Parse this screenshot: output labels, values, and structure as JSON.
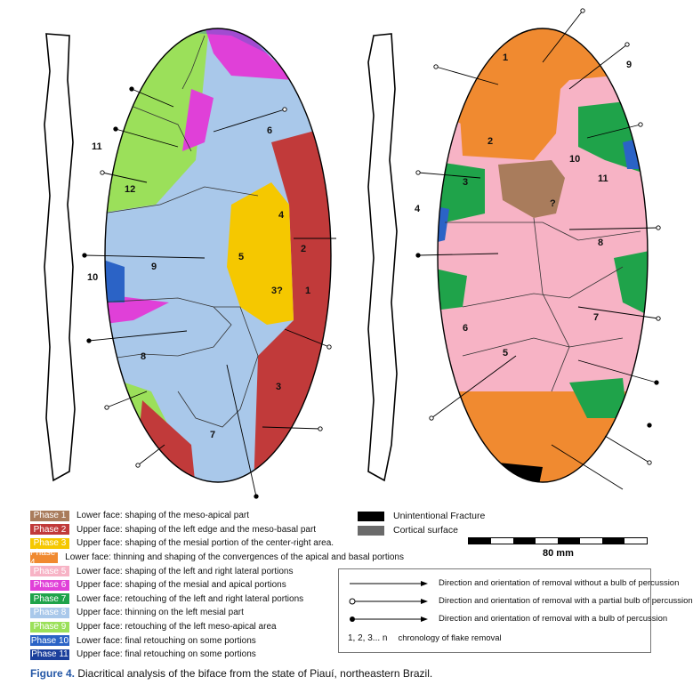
{
  "phases": [
    {
      "label": "Phase 1",
      "desc": "Lower face: shaping of the meso-apical part",
      "color": "#a97c5c"
    },
    {
      "label": "Phase 2",
      "desc": "Upper face: shaping of the left edge and the meso-basal part",
      "color": "#c13a3a"
    },
    {
      "label": "Phase 3",
      "desc": "Upper face: shaping of the mesial portion of the center-right area.",
      "color": "#f5c800"
    },
    {
      "label": "Phase 4",
      "desc": "Lower face: thinning and shaping of the convergences of the apical and basal portions",
      "color": "#f08a30"
    },
    {
      "label": "Phase 5",
      "desc": "Lower face: shaping of the left and right lateral portions",
      "color": "#f7b3c5"
    },
    {
      "label": "Phase 6",
      "desc": "Upper face: shaping of the mesial and apical portions",
      "color": "#e040d8"
    },
    {
      "label": "Phase 7",
      "desc": "Lower face: retouching of the left and right lateral portions",
      "color": "#1fa34a"
    },
    {
      "label": "Phase 8",
      "desc": "Upper face: thinning on the left mesial part",
      "color": "#a9c8ea"
    },
    {
      "label": "Phase 9",
      "desc": "Upper face: retouching of the left meso-apical area",
      "color": "#9be05a"
    },
    {
      "label": "Phase 10",
      "desc": "Lower face: final retouching on some portions",
      "color": "#2b63c6"
    },
    {
      "label": "Phase 11",
      "desc": "Upper face: final retouching on some portions",
      "color": "#1b3f9c"
    }
  ],
  "surface_key": {
    "fracture": {
      "label": "Unintentional Fracture",
      "color": "#000000"
    },
    "cortical": {
      "label": "Cortical surface",
      "color": "#6a6a6a"
    }
  },
  "scale": {
    "label": "80 mm"
  },
  "symbols": {
    "no_bulb": "Direction and orientation of removal without a bulb of percussion",
    "partial_bulb": "Direction and orientation of removal with a partial bulb of percussion",
    "bulb": "Direction and orientation of removal with a bulb of percussion",
    "sequence_glyph": "1, 2, 3... n",
    "sequence": "chronology of flake removal"
  },
  "caption": {
    "lead": "Figure 4.",
    "text": " Diacritical analysis of the biface from the state of Piauí, northeastern Brazil."
  },
  "upper_face": {
    "n_6": "6",
    "n_9": "9",
    "n_8": "8",
    "n_7": "7",
    "n_5": "5",
    "n_3q": "3?",
    "n_4": "4",
    "n_2": "2",
    "n_1": "1",
    "n_3": "3",
    "n_10": "10",
    "n_11": "11",
    "n_12": "12"
  },
  "lower_face": {
    "n_1": "1",
    "n_2": "2",
    "n_3": "3",
    "n_4": "4",
    "n_5": "5",
    "n_6": "6",
    "n_7": "7",
    "n_8": "8",
    "n_9": "9",
    "n_10": "10",
    "n_11": "11",
    "n_q": "?"
  }
}
